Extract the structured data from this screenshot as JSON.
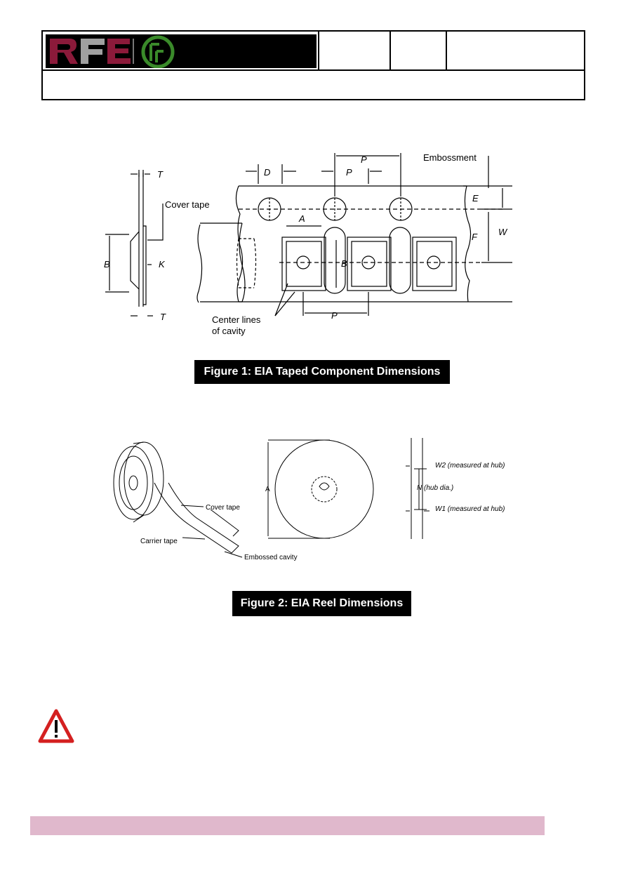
{
  "header": {
    "logo_text": "RFE",
    "cells": [
      "",
      "",
      ""
    ],
    "subtitle": ""
  },
  "figure1": {
    "caption": "Figure 1: EIA Taped Component Dimensions",
    "labels": {
      "T": "T",
      "T1": "T",
      "B1": "B",
      "K0": "K",
      "cover_tape": "Cover tape",
      "D0": "D",
      "P0": "P",
      "P2": "P",
      "embossment": "Embossment",
      "E": "E",
      "F": "F",
      "W": "W",
      "A0": "A",
      "B0": "B",
      "P1": "P",
      "center_lines_1": "Center lines",
      "center_lines_2": "of cavity"
    }
  },
  "figure2": {
    "caption": "Figure 2: EIA Reel Dimensions",
    "labels": {
      "cover_tape": "Cover tape",
      "carrier_tape": "Carrier tape",
      "embossed_cavity": "Embossed cavity",
      "A": "A",
      "W2": "W2 (measured at hub)",
      "N": "N (hub dia.)",
      "W1": "W1 (measured at hub)"
    }
  },
  "warning_icon": "warning-triangle-icon",
  "colors": {
    "logo_red": "#8b1a3a",
    "logo_green": "#3a8a2a",
    "footer_bar": "#e0b8cc",
    "warning_red": "#d42020"
  }
}
